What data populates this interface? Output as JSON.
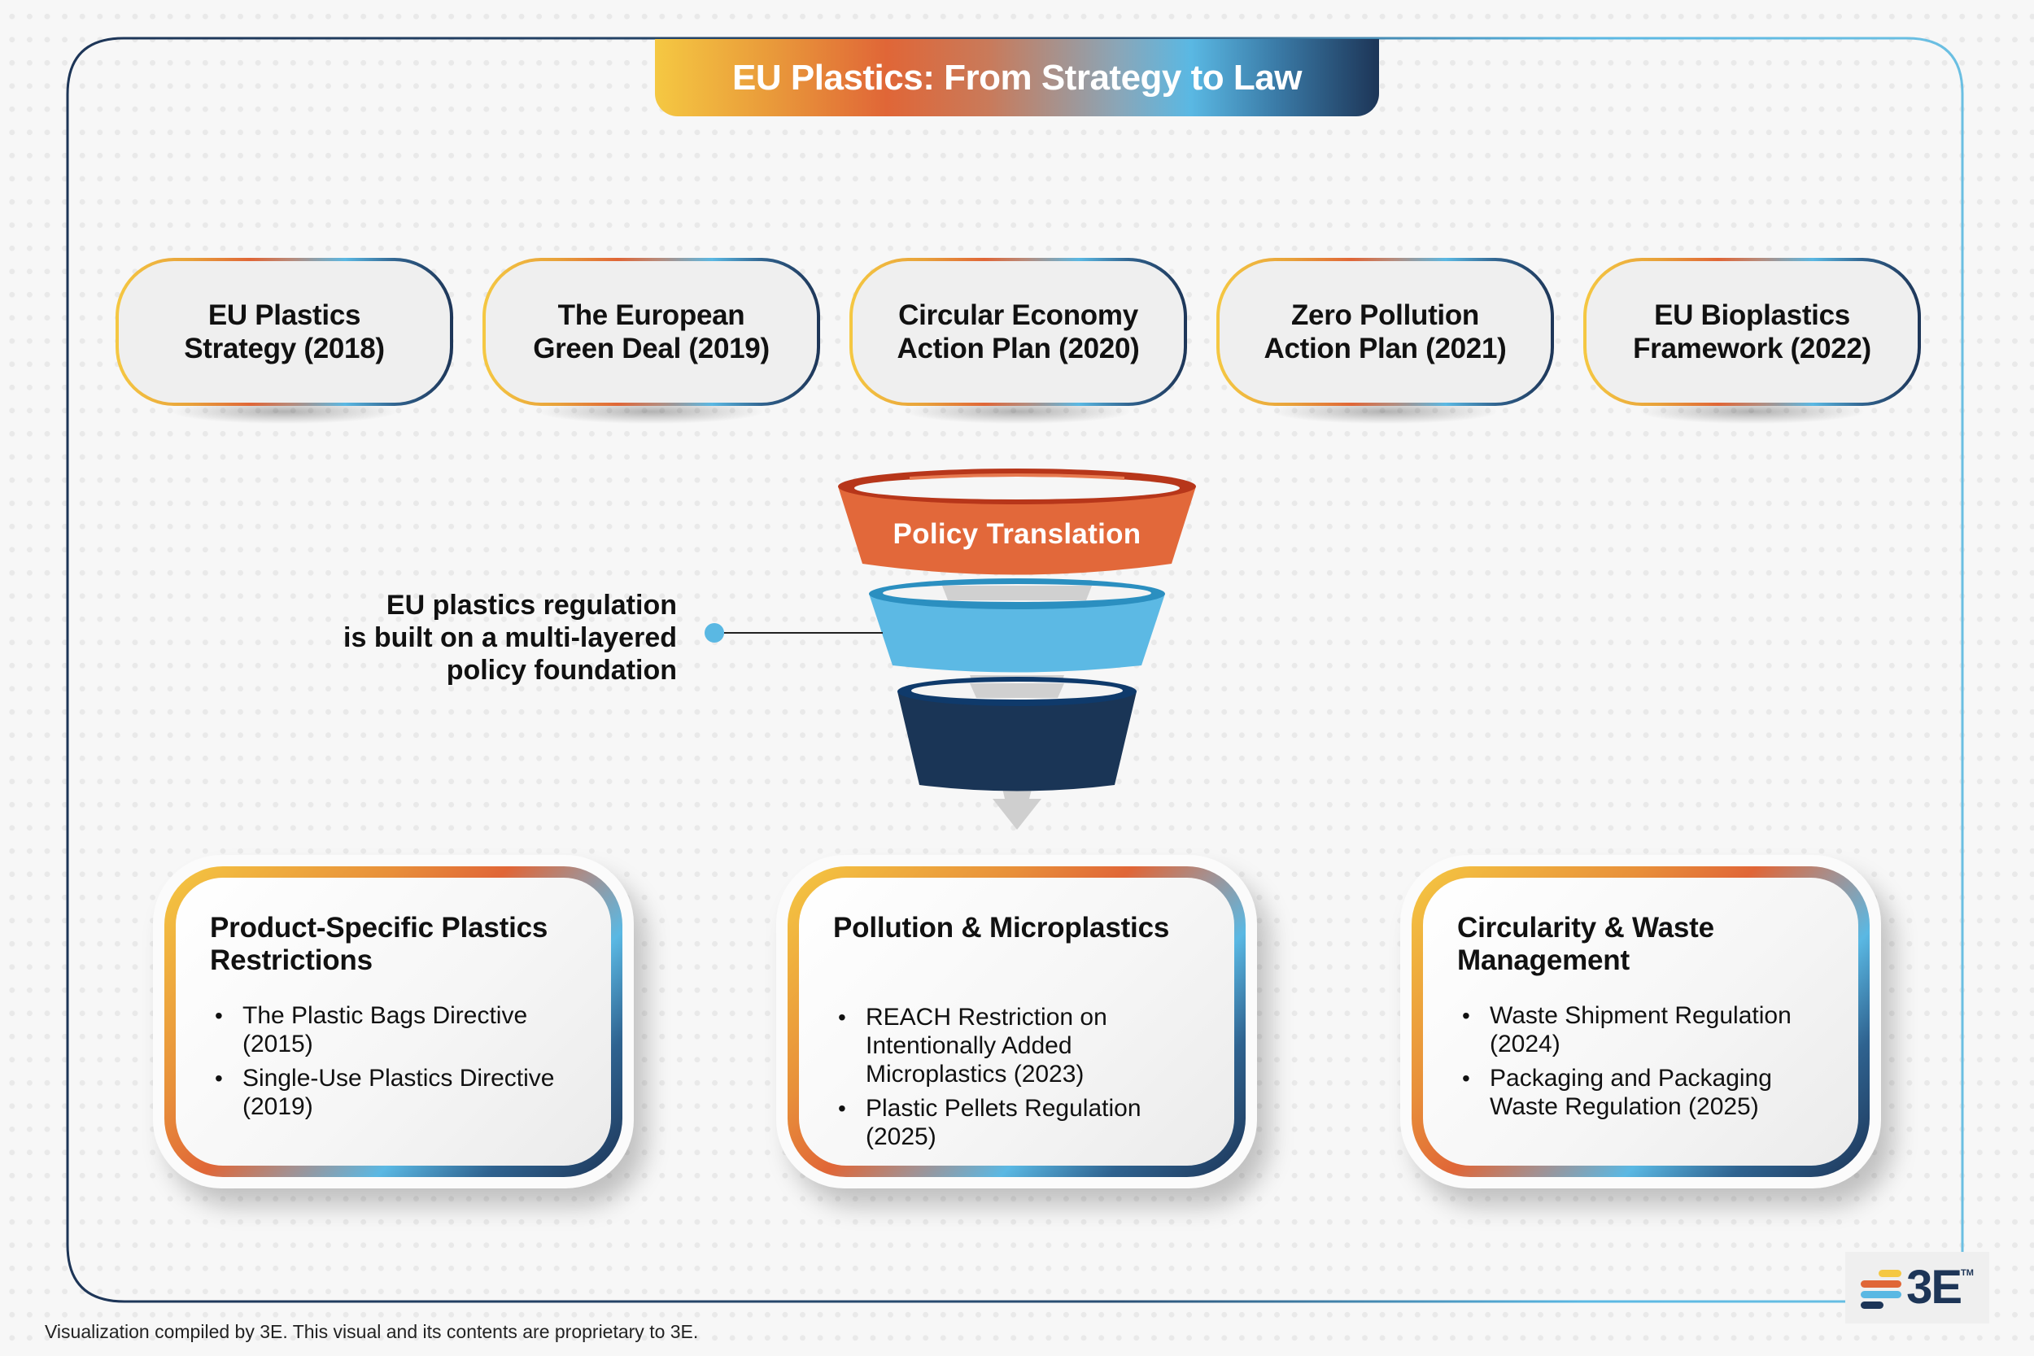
{
  "title": "EU Plastics: From Strategy to Law",
  "colors": {
    "yellow": "#f5c842",
    "orange": "#e06637",
    "light_blue": "#5ab8e3",
    "navy": "#1d3557",
    "funnel_gray": "#d0d0d0"
  },
  "policies": [
    {
      "label": "EU Plastics\nStrategy (2018)"
    },
    {
      "label": "The European\nGreen Deal (2019)"
    },
    {
      "label": "Circular Economy\nAction Plan (2020)"
    },
    {
      "label": "Zero Pollution\nAction Plan (2021)"
    },
    {
      "label": "EU Bioplastics\nFramework (2022)"
    }
  ],
  "funnel": {
    "label": "Policy Translation",
    "layers": [
      "orange",
      "light-blue",
      "navy"
    ],
    "arrow_icon": "down-arrow-icon"
  },
  "annotation": {
    "lines": [
      "EU plastics regulation",
      "is built on a multi-layered",
      "policy foundation"
    ]
  },
  "categories": [
    {
      "title": "Product-Specific Plastics Restrictions",
      "items": [
        "The Plastic Bags Directive (2015)",
        "Single-Use Plastics Directive (2019)"
      ]
    },
    {
      "title": "Pollution & Microplastics",
      "items": [
        "REACH Restriction on Intentionally Added Microplastics (2023)",
        "Plastic Pellets Regulation (2025)"
      ]
    },
    {
      "title": "Circularity & Waste Management",
      "items": [
        "Waste Shipment Regulation (2024)",
        "Packaging and Packaging Waste Regulation (2025)"
      ]
    }
  ],
  "footer": "Visualization compiled by 3E. This visual and its contents are proprietary to 3E.",
  "logo": {
    "text": "3E",
    "tm": "TM"
  }
}
